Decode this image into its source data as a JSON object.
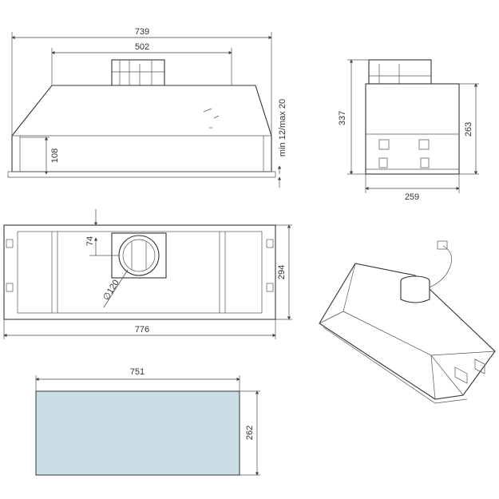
{
  "front_view": {
    "width_total": "739",
    "width_top": "502",
    "height_side": "108",
    "mounting_note": "min 12/max 20"
  },
  "side_view": {
    "height_total": "337",
    "height_body": "263",
    "depth": "259"
  },
  "top_view": {
    "duct_offset": "74",
    "duct_diameter": "∅120",
    "depth": "294",
    "width": "776"
  },
  "cutout": {
    "width": "751",
    "depth": "262",
    "fill_color": "#c9dde7"
  }
}
